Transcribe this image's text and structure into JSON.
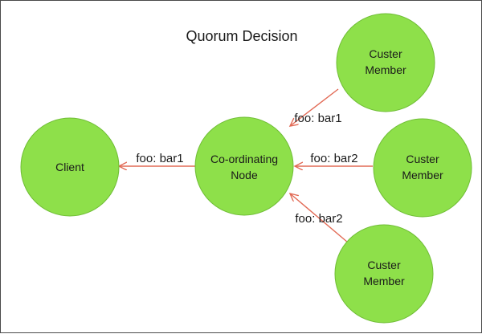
{
  "diagram": {
    "title": "Quorum Decision",
    "colors": {
      "node_fill": "#8ee04a",
      "node_stroke": "#6fbd35",
      "arrow": "#e26a55",
      "text": "#1a1a1a",
      "border": "#4a4a4a"
    },
    "nodes": [
      {
        "id": "client",
        "lines": [
          "Client"
        ]
      },
      {
        "id": "coord",
        "lines": [
          "Co-ordinating",
          "Node"
        ]
      },
      {
        "id": "m1",
        "lines": [
          "Custer",
          "Member"
        ]
      },
      {
        "id": "m2",
        "lines": [
          "Custer",
          "Member"
        ]
      },
      {
        "id": "m3",
        "lines": [
          "Custer",
          "Member"
        ]
      }
    ],
    "edges": [
      {
        "from": "coord",
        "to": "client",
        "label": "foo: bar1"
      },
      {
        "from": "m1",
        "to": "coord",
        "label": "foo: bar1"
      },
      {
        "from": "m2",
        "to": "coord",
        "label": "foo: bar2"
      },
      {
        "from": "m3",
        "to": "coord",
        "label": "foo: bar2"
      }
    ]
  }
}
